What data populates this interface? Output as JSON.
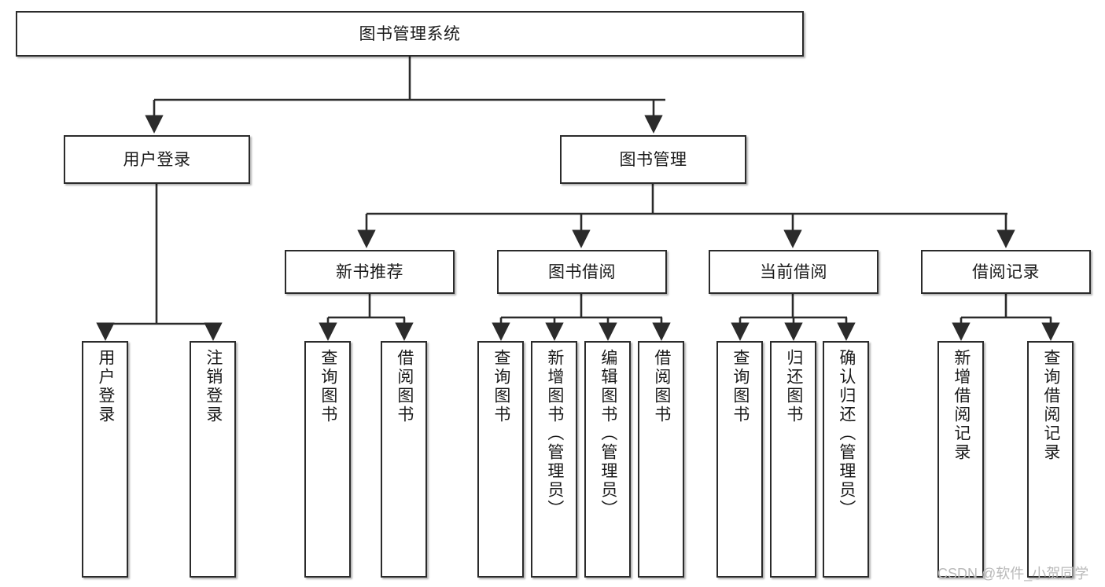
{
  "diagram": {
    "type": "tree",
    "title": "图书管理系统",
    "root": {
      "label": "图书管理系统"
    },
    "level1": [
      {
        "label": "用户登录"
      },
      {
        "label": "图书管理"
      }
    ],
    "level2": [
      {
        "label": "新书推荐"
      },
      {
        "label": "图书借阅"
      },
      {
        "label": "当前借阅"
      },
      {
        "label": "借阅记录"
      }
    ],
    "leaves": {
      "user_login": [
        {
          "label": "用户登录"
        },
        {
          "label": "注销登录"
        }
      ],
      "new_book_recommend": [
        {
          "label": "查询图书"
        },
        {
          "label": "借阅图书"
        }
      ],
      "book_borrow": [
        {
          "label": "查询图书"
        },
        {
          "label": "新增图书（管理员）"
        },
        {
          "label": "编辑图书（管理员）"
        },
        {
          "label": "借阅图书"
        }
      ],
      "current_borrow": [
        {
          "label": "查询图书"
        },
        {
          "label": "归还图书"
        },
        {
          "label": "确认归还（管理员）"
        }
      ],
      "borrow_record": [
        {
          "label": "新增借阅记录"
        },
        {
          "label": "查询借阅记录"
        }
      ]
    }
  },
  "watermark": {
    "text": "CSDN @软件_小贺同学"
  },
  "colors": {
    "box_border": "#2b2b2b",
    "box_fill": "#ffffff",
    "edge": "#2b2b2b",
    "text": "#1a1a1a",
    "watermark": "#b9b9b9"
  }
}
